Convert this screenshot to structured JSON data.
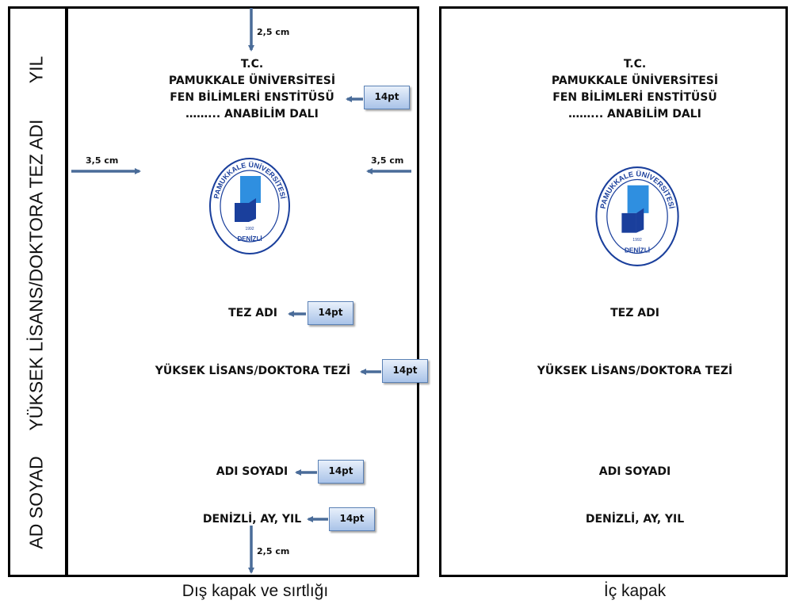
{
  "outer_cover": {
    "spine": {
      "year": "YIL",
      "title_degree": "YÜKSEK LİSANS/DOKTORA TEZ ADI",
      "name": "AD SOYAD"
    },
    "header": {
      "line1": "T.C.",
      "line2": "PAMUKKALE ÜNİVERSİTESİ",
      "line3": "FEN BİLİMLERİ ENSTİTÜSÜ",
      "line4": "……... ANABİLİM DALI"
    },
    "thesis_title": "TEZ ADI",
    "degree": "YÜKSEK LİSANS/DOKTORA TEZİ",
    "author": "ADI SOYADI",
    "place_date": "DENİZLİ, AY, YIL"
  },
  "inner_cover": {
    "header": {
      "line1": "T.C.",
      "line2": "PAMUKKALE ÜNİVERSİTESİ",
      "line3": "FEN BİLİMLERİ ENSTİTÜSÜ",
      "line4": "……... ANABİLİM DALI"
    },
    "thesis_title": "TEZ ADI",
    "degree": "YÜKSEK LİSANS/DOKTORA TEZİ",
    "author": "ADI SOYADI",
    "place_date": "DENİZLİ, AY, YIL"
  },
  "annotations": {
    "font_size_header": "14pt",
    "font_size_title": "14pt",
    "font_size_degree": "14pt",
    "font_size_author": "14pt",
    "font_size_place": "14pt",
    "margin_top": "2,5 cm",
    "margin_bottom": "2,5 cm",
    "margin_left": "3,5 cm",
    "margin_right": "3,5 cm"
  },
  "logo": {
    "text_top": "PAMUKKALE ÜNİVERSİTESİ",
    "text_bottom": "DENİZLİ",
    "year": "1992",
    "colors": {
      "blue_dark": "#1a3f9c",
      "blue_light": "#2f8fe0",
      "ring": "#1a3f9c"
    }
  },
  "captions": {
    "outer": "Dış kapak ve sırtlığı",
    "inner": "İç kapak"
  },
  "colors": {
    "arrow": "#4a6c99",
    "tag_border": "#5b81b5"
  }
}
